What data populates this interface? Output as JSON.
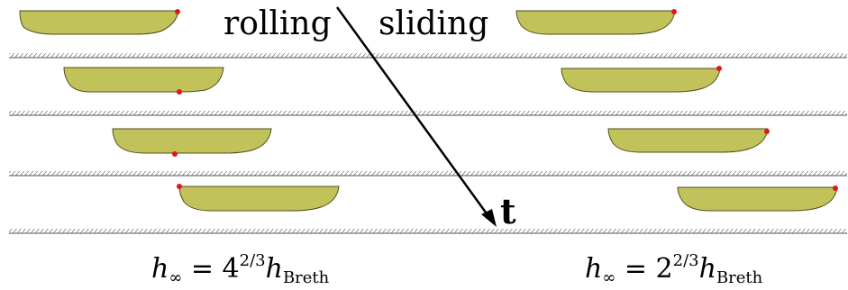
{
  "labels": {
    "rolling": "rolling",
    "sliding": "sliding",
    "time_axis": "t"
  },
  "equations": {
    "left": {
      "prefix": "h",
      "sub": "∞",
      "equals": " = ",
      "base": "4",
      "sup": "2/3",
      "h": "h",
      "hsub": "Breth"
    },
    "right": {
      "prefix": "h",
      "sub": "∞",
      "equals": " = ",
      "base": "2",
      "sup": "2/3",
      "h": "h",
      "hsub": "Breth"
    }
  },
  "colors": {
    "drop_fill": "#c2c25a",
    "drop_edge": "#4d4d1f",
    "marker": "#e0171f",
    "wall": "#555555",
    "arrow": "#000000"
  }
}
